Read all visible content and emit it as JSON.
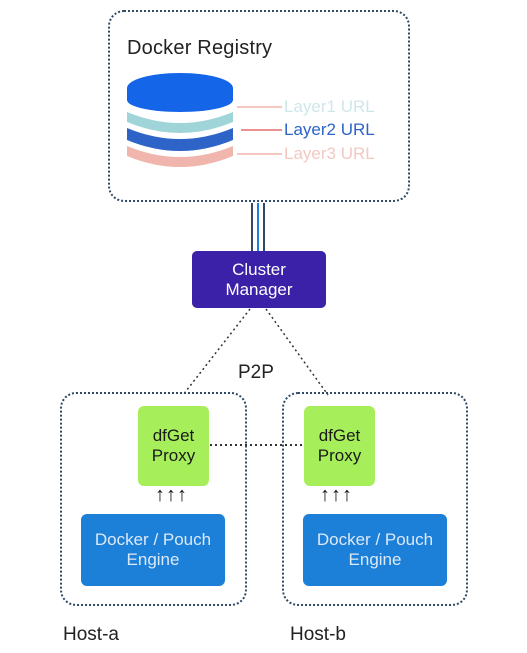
{
  "registry": {
    "title": "Docker Registry",
    "layers": [
      {
        "label": "Layer1 URL",
        "color": "#9fd4d9"
      },
      {
        "label": "Layer2 URL",
        "color": "#2e63c8"
      },
      {
        "label": "Layer3 URL",
        "color": "#f0b5ad"
      }
    ],
    "db_top_color": "#1565e8"
  },
  "cluster_manager": {
    "line1": "Cluster",
    "line2": "Manager",
    "color": "#3b20a8"
  },
  "p2p_label": "P2P",
  "hosts": [
    {
      "label": "Host-a",
      "proxy": {
        "line1": "dfGet",
        "line2": "Proxy",
        "color": "#a6ef5a"
      },
      "engine": {
        "line1": "Docker / Pouch",
        "line2": "Engine",
        "color": "#1c7fd8"
      },
      "arrows": "↑↑↑"
    },
    {
      "label": "Host-b",
      "proxy": {
        "line1": "dfGet",
        "line2": "Proxy",
        "color": "#a6ef5a"
      },
      "engine": {
        "line1": "Docker / Pouch",
        "line2": "Engine",
        "color": "#1c7fd8"
      },
      "arrows": "↑↑↑"
    }
  ]
}
